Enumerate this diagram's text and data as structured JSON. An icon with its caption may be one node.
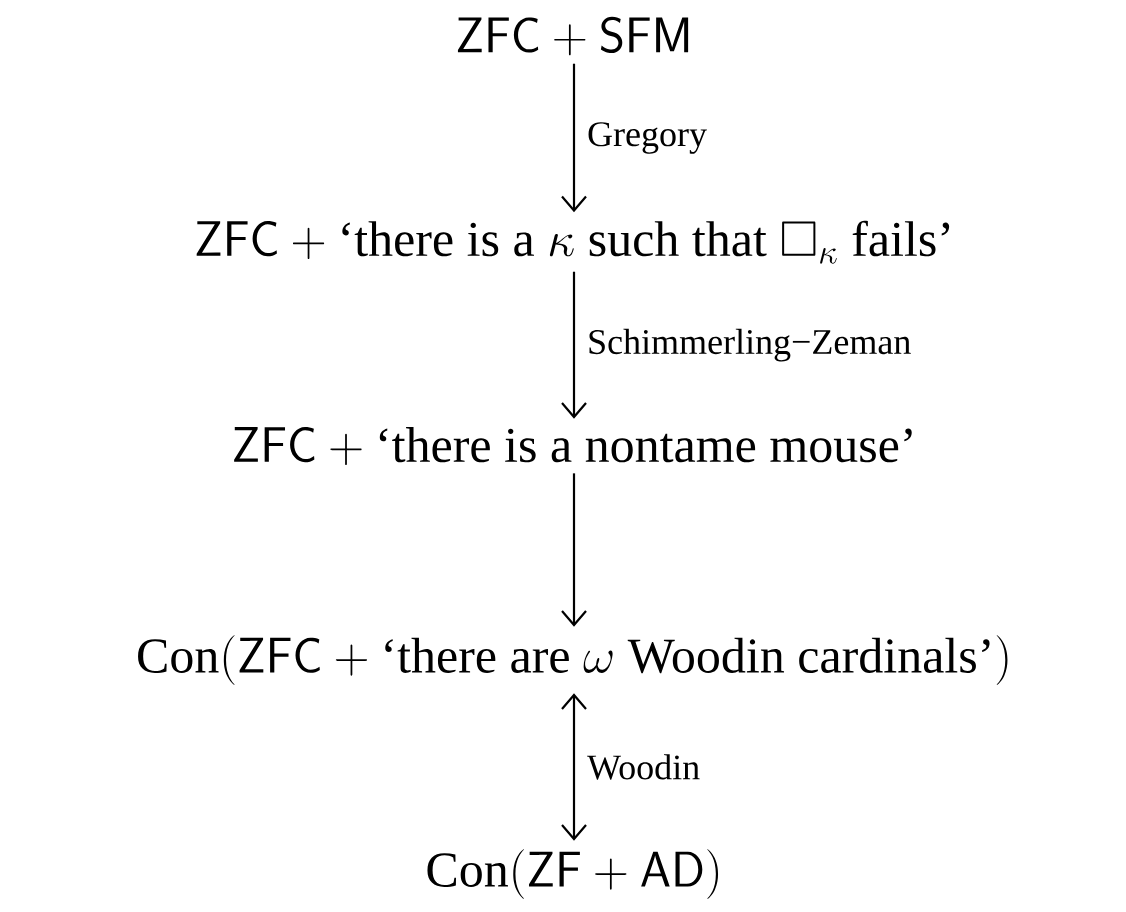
{
  "diagram": {
    "nodes": [
      {
        "text": [
          "\\mathsf{ZFC}+\\mathsf{SFM}"
        ]
      },
      {
        "text": [
          "\\mathsf{ZFC}+\\mbox{‘there is a }\\kappa\\mbox{ such that }\\Box_\\kappa\\mbox{ fails’}"
        ]
      },
      {
        "text": [
          "\\mathsf{ZFC}+\\mbox{‘there is a nontame mouse’}"
        ]
      },
      {
        "text": [
          "\\mbox{Con}(\\mathsf{ZFC}+\\mbox{‘there are }\\omega\\mbox{ Woodin cardinals’})"
        ]
      },
      {
        "text": [
          "\\mbox{Con}(\\mathsf{ZF}+\\mathsf{AD})"
        ]
      }
    ],
    "edges": [
      {
        "from": 0,
        "to": 1,
        "arrow": "to",
        "label": "Gregory"
      },
      {
        "from": 1,
        "to": 2,
        "arrow": "to",
        "label": "Schimmerling−Zeman"
      },
      {
        "from": 2,
        "to": 3,
        "arrow": "to"
      },
      {
        "from": 4,
        "to": 3,
        "arrow": "both",
        "label": "Woodin"
      }
    ]
  }
}
